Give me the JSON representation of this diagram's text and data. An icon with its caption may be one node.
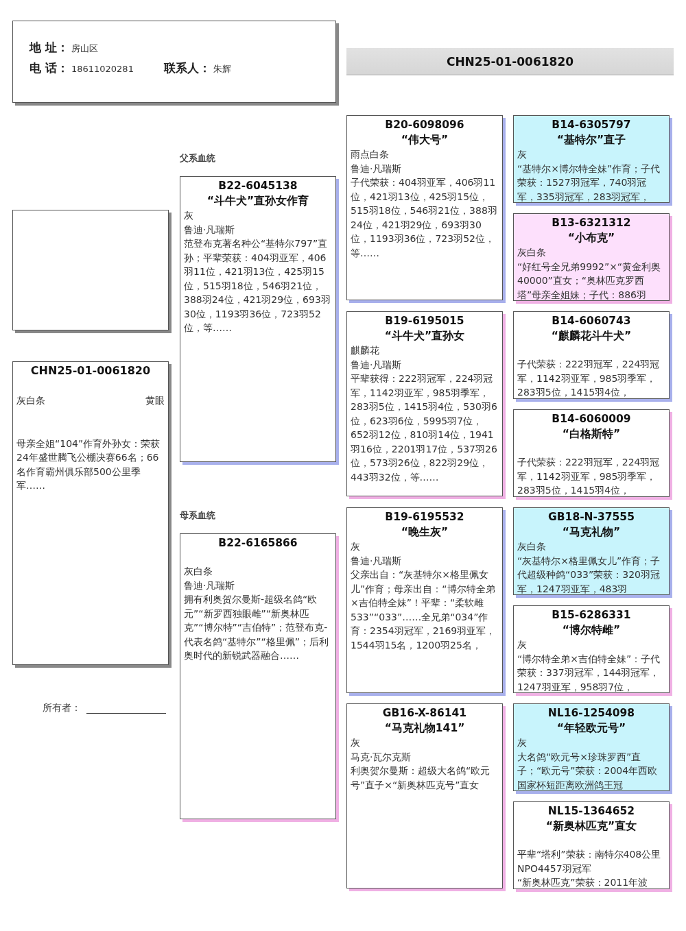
{
  "diagram": {
    "nodes": [
      {
        "text": [
          "地 址：",
          "房山区",
          "电 话：",
          "18611020281",
          "联系人：",
          "朱辉"
        ]
      },
      {
        "text": [
          "CHN25-01-0061820"
        ]
      },
      {
        "text": [],
        "shape": "box"
      },
      {
        "text": [
          "CHN25-01-0061820",
          "灰白条",
          "黄眼",
          "母亲全姐“104”作育外孙女：荣获24年盛世腾飞公棚决赛66名；66名作育霸州俱乐部500公里季军……"
        ]
      },
      {
        "text": [
          "B22-6045138",
          "“斗牛犬”直孙女作育",
          "灰",
          "鲁迪·凡瑞斯",
          "范登布克著名种公“基特尔797”直孙；平辈荣获：404羽亚军，406羽11位，421羽13位，425羽15位，515羽18位，546羽21位，388羽24位，421羽29位，693羽30位，1193羽36位，723羽52位，等……"
        ]
      },
      {
        "text": [
          "B22-6165866",
          "灰白条",
          "鲁迪·凡瑞斯",
          "拥有利奥贺尔曼斯-超级名鸽“欧元”“新罗西独眼雌”“新奥林匹克”“博尔特”“吉伯特”；范登布克-代表名鸽“基特尔”“格里佩”；后利奥时代的新锐武器融合……"
        ]
      },
      {
        "text": [
          "B20-6098096",
          "“伟大号”",
          "雨点白条",
          "鲁迪·凡瑞斯",
          "子代荣获：404羽亚军，406羽11位，421羽13位，425羽15位，515羽18位，546羽21位，388羽24位，421羽29位，693羽30位，1193羽36位，723羽52位，等……"
        ]
      },
      {
        "text": [
          "B19-6195015",
          "“斗牛犬”直孙女",
          "麒麟花",
          "鲁迪·凡瑞斯",
          "平辈获得：222羽冠军，224羽冠军，1142羽亚军，985羽季军，283羽5位，1415羽4位，530羽6位，623羽6位，5995羽7位，652羽12位，810羽14位，1941羽16位，2201羽17位，537羽26位，573羽26位，822羽29位，443羽32位，等……"
        ]
      },
      {
        "text": [
          "B19-6195532",
          "“晚生灰”",
          "灰",
          "鲁迪·凡瑞斯",
          "父亲出自：“灰基特尔×格里佩女儿”作育；母亲出自：“博尔特全弟×吉伯特全妹”！平辈：“柔软雌533”“033”……全兄弟“034”作育：2354羽冠军，2169羽亚军，1544羽15名，1200羽25名，"
        ]
      },
      {
        "text": [
          "GB16-X-86141",
          "“马克礼物141”",
          "灰",
          "马克·瓦尔克斯",
          "利奥贺尔曼斯：超级大名鸽“欧元号”直子×“新奥林匹克号”直女"
        ]
      },
      {
        "text": [
          "B14-6305797",
          "“基特尔”直子",
          "灰",
          "“基特尔×博尔特全妹”作育；子代荣获：1527羽冠军，740羽冠军，335羽冠军，283羽冠军，"
        ]
      },
      {
        "text": [
          "B13-6321312",
          "“小布克”",
          "灰白条",
          "“好红号全兄弟9992”×“黄金利奥40000”直女；“奥林匹克罗西塔”母亲全姐妹；子代：886羽"
        ]
      },
      {
        "text": [
          "B14-6060743",
          "“麒麟花斗牛犬”",
          "子代荣获：222羽冠军，224羽冠军，1142羽亚军，985羽季军，283羽5位，1415羽4位，"
        ]
      },
      {
        "text": [
          "B14-6060009",
          "“白格斯特”",
          "子代荣获：222羽冠军，224羽冠军，1142羽亚军，985羽季军，283羽5位，1415羽4位，"
        ]
      },
      {
        "text": [
          "GB18-N-37555",
          "“马克礼物”",
          "灰白条",
          "“灰基特尔×格里佩女儿”作育；子代超级种鸽“033”荣获：320羽冠军，1247羽亚军，483羽"
        ]
      },
      {
        "text": [
          "B15-6286331",
          "“博尔特雌”",
          "灰",
          "“博尔特全弟×吉伯特全妹”：子代荣获：337羽冠军，144羽冠军，1247羽亚军，958羽7位，"
        ]
      },
      {
        "text": [
          "NL16-1254098",
          "“年轻欧元号”",
          "灰",
          "大名鸽“欧元号×珍珠罗西”直子；“欧元号”荣获：2004年西欧国家杯短距离欧洲鸽王冠"
        ]
      },
      {
        "text": [
          "NL15-1364652",
          "“新奥林匹克”直女",
          "平辈“塔利”荣获：南特尔408公里NPO4457羽冠军",
          "“新奥林匹克”荣获：2011年波"
        ]
      }
    ],
    "labels": [
      "父系血统",
      "母系血统",
      "所有者："
    ]
  }
}
